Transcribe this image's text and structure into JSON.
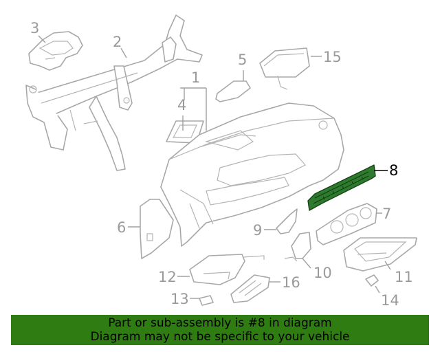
{
  "callouts": {
    "c1": "1",
    "c2": "2",
    "c3": "3",
    "c4": "4",
    "c5": "5",
    "c6": "6",
    "c7": "7",
    "c8": "8",
    "c9": "9",
    "c10": "10",
    "c11": "11",
    "c12": "12",
    "c13": "13",
    "c14": "14",
    "c15": "15",
    "c16": "16"
  },
  "highlighted_part": "8",
  "colors": {
    "highlight": "#2e7a2e",
    "banner": "#2f7d12",
    "line_art": "#a8a8a8"
  },
  "banner": {
    "line1": "Part or sub-assembly is #8 in diagram",
    "line2": "Diagram may not be specific to your vehicle"
  }
}
